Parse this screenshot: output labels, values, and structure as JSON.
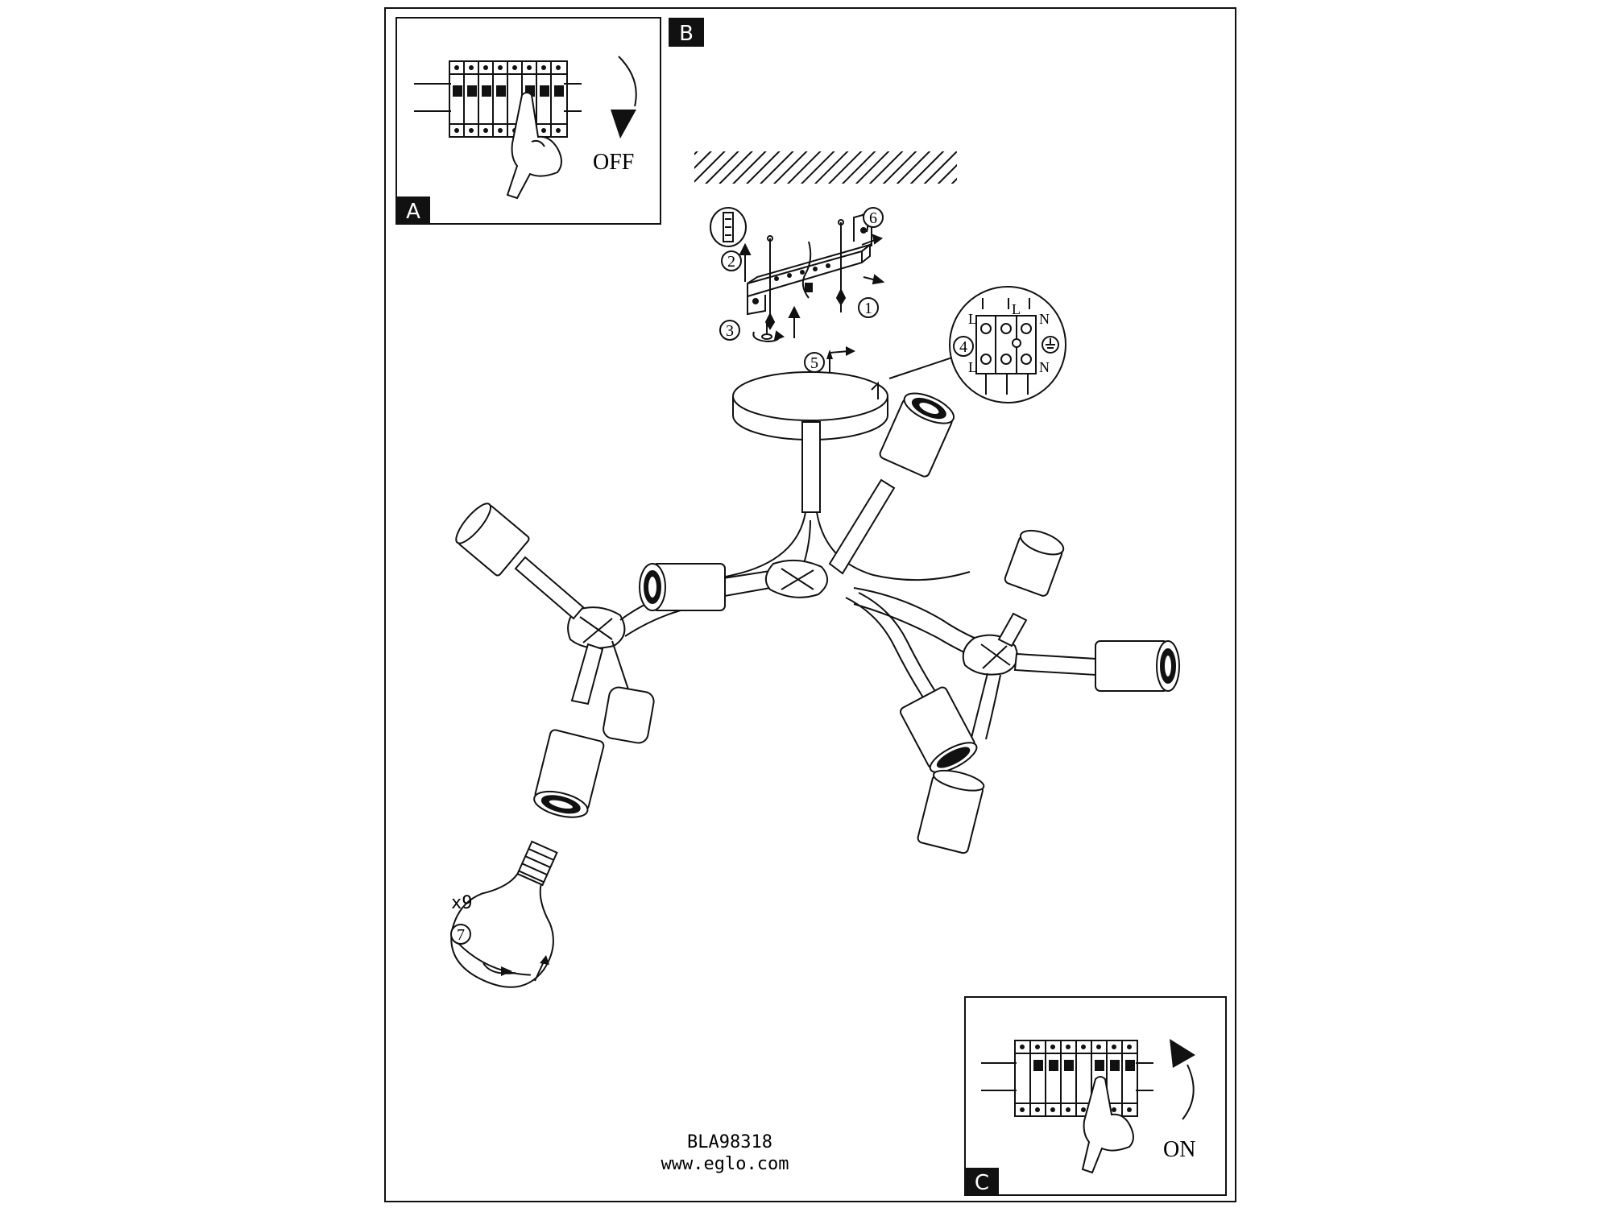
{
  "panels": {
    "a": {
      "tag": "A",
      "switch_label": "OFF"
    },
    "b": {
      "tag": "B"
    },
    "c": {
      "tag": "C",
      "switch_label": "ON"
    }
  },
  "steps": {
    "s1": "1",
    "s2": "2",
    "s3": "3",
    "s4": "4",
    "s5": "5",
    "s6": "6",
    "s7": "7"
  },
  "terminal": {
    "top_left": "L",
    "top_mid": "L",
    "top_right": "N",
    "bottom_left": "L",
    "bottom_right": "N"
  },
  "bulb_quantity": "x9",
  "footer": {
    "model": "BLA98318",
    "website": "www.eglo.com"
  }
}
